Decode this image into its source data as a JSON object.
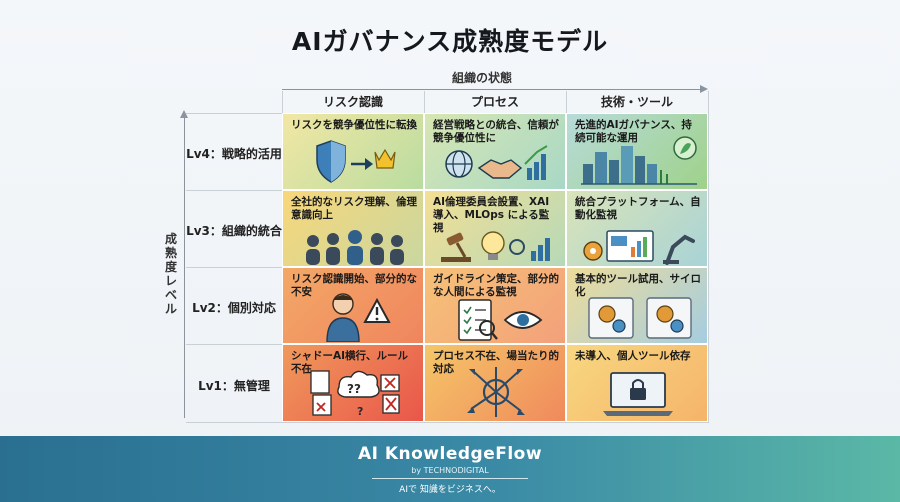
{
  "title": "AIガバナンス成熟度モデル",
  "x_axis_label": "組織の状態",
  "y_axis_label": "成熟度レベル",
  "columns": [
    "リスク認識",
    "プロセス",
    "技術・ツール"
  ],
  "rows": [
    {
      "level": "Lv4：戦略的活用",
      "cells": [
        "リスクを競争優位性に転換",
        "経営戦略との統合、信頼が競争優位性に",
        "先進的AIガバナンス、持続可能な運用"
      ],
      "icons": [
        "shield-arrow-crown-icon",
        "globe-handshake-chart-icon",
        "smart-city-leaf-icon"
      ]
    },
    {
      "level": "Lv3：組織的統合",
      "cells": [
        "全社的なリスク理解、倫理意識向上",
        "AI倫理委員会設置、XAI導入、MLOps による監視",
        "統合プラットフォーム、自動化監視"
      ],
      "icons": [
        "team-people-icon",
        "gavel-bulb-chart-icon",
        "dashboard-robot-arm-icon"
      ]
    },
    {
      "level": "Lv2：個別対応",
      "cells": [
        "リスク認識開始、部分的な不安",
        "ガイドライン策定、部分的な人間による監視",
        "基本的ツール試用、サイロ化"
      ],
      "icons": [
        "worried-person-warning-icon",
        "checklist-eye-icon",
        "siloed-gears-icon"
      ]
    },
    {
      "level": "Lv1：無管理",
      "cells": [
        "シャドーAI横行、ルール不在",
        "プロセス不在、場当たり的対応",
        "未導入、個人ツール依存"
      ],
      "icons": [
        "chaos-question-icon",
        "tangled-arrows-icon",
        "locked-laptop-icon"
      ]
    }
  ],
  "colors": {
    "red": "#ee6f5a",
    "orange": "#f6ad63",
    "yellow": "#f8d77a",
    "green": "#9fd08a",
    "blue": "#9fcde0",
    "footer": "#2f7a98"
  },
  "footer": {
    "brand": "AI KnowledgeFlow",
    "by": "by TECHNODIGITAL",
    "tagline": "AIで 知識をビジネスへ。"
  }
}
